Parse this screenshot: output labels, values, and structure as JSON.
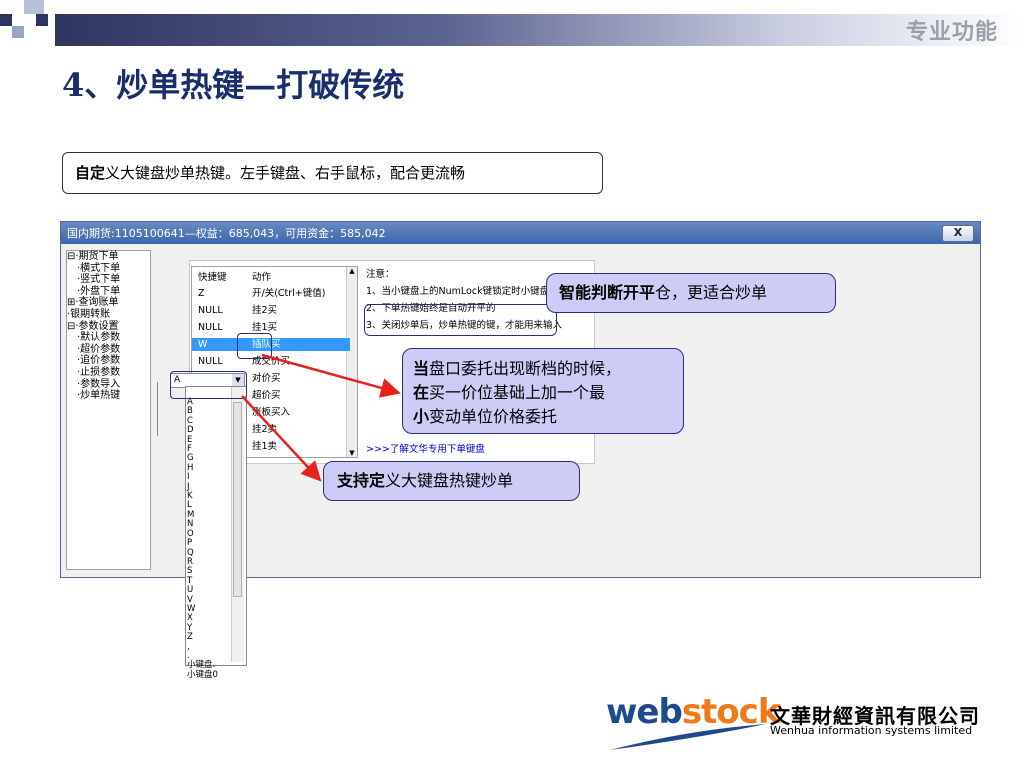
{
  "header": {
    "label": "专业功能"
  },
  "slide_title": "4、炒单热键—打破传统",
  "intro": {
    "bold": "自定",
    "rest": "义大键盘炒单热键。左手键盘、右手鼠标，配合更流畅"
  },
  "window": {
    "title": "国内期货:1105100641—权益：685,043，可用资金：585,042",
    "close_label": "X",
    "tree": [
      "⊟·期货下单",
      "　·横式下单",
      "　·竖式下单",
      "　·外盘下单",
      "⊞·查询账单",
      "·银期转账",
      "⊟·参数设置",
      "　·默认参数",
      "　·超价参数",
      "　·追价参数",
      "　·止损参数",
      "　·参数导入",
      "　·炒单热键"
    ],
    "table_headers": {
      "key": "快捷键",
      "action": "动作"
    },
    "table_rows": [
      {
        "key": "Z",
        "action": "开/关(Ctrl+键值)"
      },
      {
        "key": "NULL",
        "action": "挂2买"
      },
      {
        "key": "NULL",
        "action": "挂1买"
      },
      {
        "key": "W",
        "action": "插队买"
      },
      {
        "key": "NULL",
        "action": "成交价买"
      },
      {
        "key": "",
        "action": "对价买"
      },
      {
        "key": "",
        "action": "超价买"
      },
      {
        "key": "",
        "action": "涨板买入"
      },
      {
        "key": "",
        "action": "挂2卖"
      },
      {
        "key": "",
        "action": "挂1卖"
      }
    ],
    "notes_title": "注意：",
    "notes": [
      "1、当小键盘上的NumLock键锁定时小键盘上的值有效",
      "2、下单热键始终是自动开平的",
      "3、关闭炒单后，炒单热键的键，才能用来输入"
    ],
    "link": ">>>了解文华专用下单键盘",
    "dropdown_value": "A",
    "dropdown_letters": [
      "A",
      "B",
      "C",
      "D",
      "E",
      "F",
      "G",
      "H",
      "I",
      "J",
      "K",
      "L",
      "M",
      "N",
      "O",
      "P",
      "Q",
      "R",
      "S",
      "T",
      "U",
      "V",
      "W",
      "X",
      "Y",
      "Z",
      ",",
      "."
    ],
    "dropdown_tail": [
      "小键盘.",
      "小键盘0"
    ]
  },
  "callouts": {
    "smart": {
      "bold": "智能判断开平",
      "rest": "仓，更适合炒单"
    },
    "gap": {
      "line1_bold": "当",
      "line1": "盘口委托出现断档的时候，",
      "line2_bold": "在",
      "line2": "买一价位基础上加一个最",
      "line3_bold": "小",
      "line3": "变动单位价格委托"
    },
    "custom": {
      "bold": "支持定",
      "rest": "义大键盘热键炒单"
    }
  },
  "logo": {
    "web": "web",
    "stock": "stock",
    "company_cn": "文華財經資訊有限公司",
    "company_en": "Wenhua information systems limited"
  },
  "colors": {
    "accent": "#2e3561",
    "callout_bg": "#ccccf6",
    "arrow": "#e8211c",
    "logo_blue": "#1e4a8c",
    "logo_orange": "#f07a1a"
  }
}
